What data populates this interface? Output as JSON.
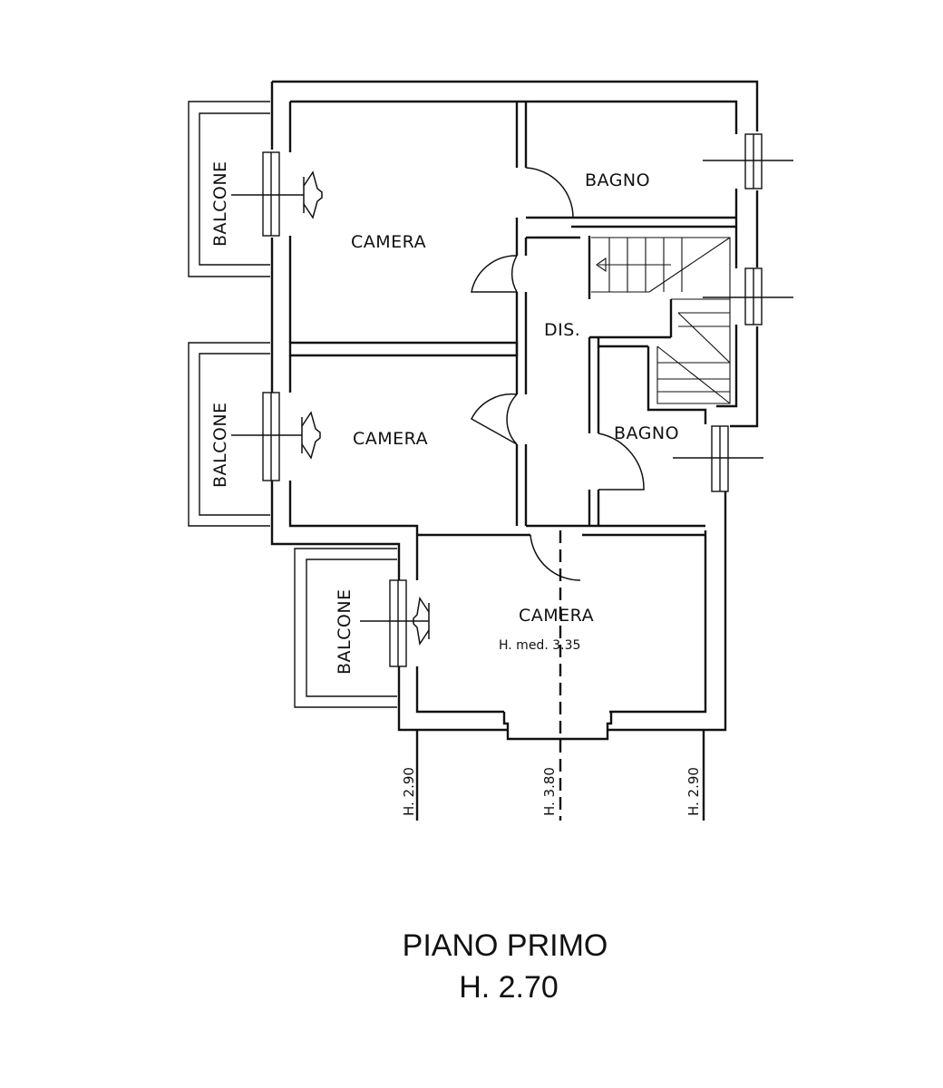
{
  "plan": {
    "rooms": {
      "camera_top": "CAMERA",
      "camera_mid": "CAMERA",
      "camera_bottom": "CAMERA",
      "camera_bottom_note": "H. med. 3.35",
      "bagno_top": "BAGNO",
      "bagno_mid": "BAGNO",
      "dis": "DIS."
    },
    "balconies": {
      "top": "BALCONE",
      "mid": "BALCONE",
      "bottom": "BALCONE"
    },
    "elevations": {
      "left": "H. 2.90",
      "center": "H. 3.80",
      "right": "H. 2.90"
    }
  },
  "footer": {
    "floor": "PIANO PRIMO",
    "height": "H. 2.70"
  }
}
